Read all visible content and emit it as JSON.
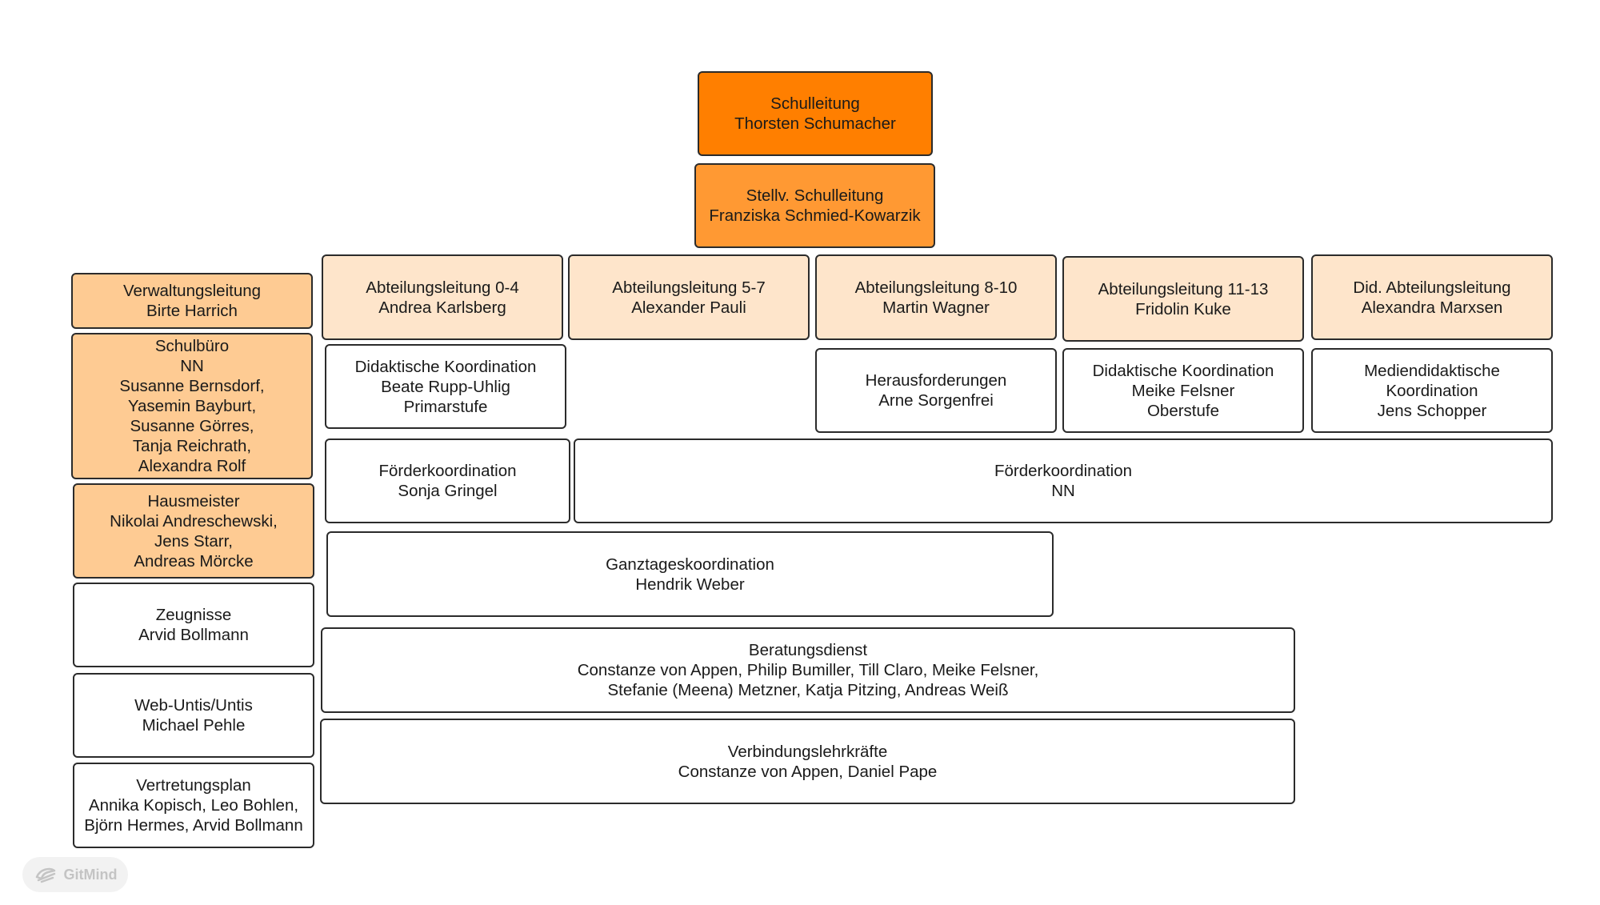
{
  "colors": {
    "top": "#ff7f00",
    "deputy": "#ff9933",
    "admin": "#fecb93",
    "department": "#fee5cb",
    "plain": "#ffffff",
    "border": "#2b2b2b"
  },
  "nodes": {
    "schulleitung": {
      "lines": [
        "Schulleitung",
        "Thorsten Schumacher"
      ]
    },
    "stellv_schulleitung": {
      "lines": [
        "Stellv. Schulleitung",
        "Franziska Schmied-Kowarzik"
      ]
    },
    "verwaltungsleitung": {
      "lines": [
        "Verwaltungsleitung",
        "Birte Harrich"
      ]
    },
    "schulbuero": {
      "lines": [
        "Schulbüro",
        "NN",
        "Susanne Bernsdorf,",
        "Yasemin Bayburt,",
        "Susanne Görres,",
        "Tanja Reichrath,",
        "Alexandra Rolf"
      ]
    },
    "hausmeister": {
      "lines": [
        "Hausmeister",
        "Nikolai Andreschewski,",
        "Jens Starr,",
        "Andreas Mörcke"
      ]
    },
    "zeugnisse": {
      "lines": [
        "Zeugnisse",
        "Arvid Bollmann"
      ]
    },
    "web_untis": {
      "lines": [
        "Web-Untis/Untis",
        "Michael Pehle"
      ]
    },
    "vertretungsplan": {
      "lines": [
        "Vertretungsplan",
        "Annika Kopisch, Leo Bohlen,",
        "Björn Hermes, Arvid Bollmann"
      ]
    },
    "abteilung_0_4": {
      "lines": [
        "Abteilungsleitung 0-4",
        "Andrea Karlsberg"
      ]
    },
    "abteilung_5_7": {
      "lines": [
        "Abteilungsleitung 5-7",
        "Alexander Pauli"
      ]
    },
    "abteilung_8_10": {
      "lines": [
        "Abteilungsleitung 8-10",
        "Martin Wagner"
      ]
    },
    "abteilung_11_13": {
      "lines": [
        "Abteilungsleitung 11-13",
        "Fridolin Kuke"
      ]
    },
    "did_abteilung": {
      "lines": [
        "Did. Abteilungsleitung",
        "Alexandra Marxsen"
      ]
    },
    "didaktische_koord_primar": {
      "lines": [
        "Didaktische Koordination",
        "Beate Rupp-Uhlig",
        "Primarstufe"
      ]
    },
    "herausforderungen": {
      "lines": [
        "Herausforderungen",
        "Arne Sorgenfrei"
      ]
    },
    "didaktische_koord_ober": {
      "lines": [
        "Didaktische Koordination",
        "Meike Felsner",
        "Oberstufe"
      ]
    },
    "mediendidaktik": {
      "lines": [
        "Mediendidaktische",
        "Koordination",
        "Jens Schopper"
      ]
    },
    "foerder_gringel": {
      "lines": [
        "Förderkoordination",
        "Sonja Gringel"
      ]
    },
    "foerder_nn": {
      "lines": [
        "Förderkoordination",
        "NN"
      ]
    },
    "ganztag": {
      "lines": [
        "Ganztageskoordination",
        "Hendrik Weber"
      ]
    },
    "beratung": {
      "lines": [
        "Beratungsdienst",
        "Constanze von Appen, Philip Bumiller, Till Claro, Meike Felsner,",
        "Stefanie (Meena) Metzner, Katja Pitzing, Andreas Weiß"
      ]
    },
    "verbindung": {
      "lines": [
        "Verbindungslehrkräfte",
        "Constanze von Appen, Daniel Pape"
      ]
    }
  },
  "watermark": {
    "label": "GitMind",
    "icon": "gitmind-logo-icon"
  }
}
